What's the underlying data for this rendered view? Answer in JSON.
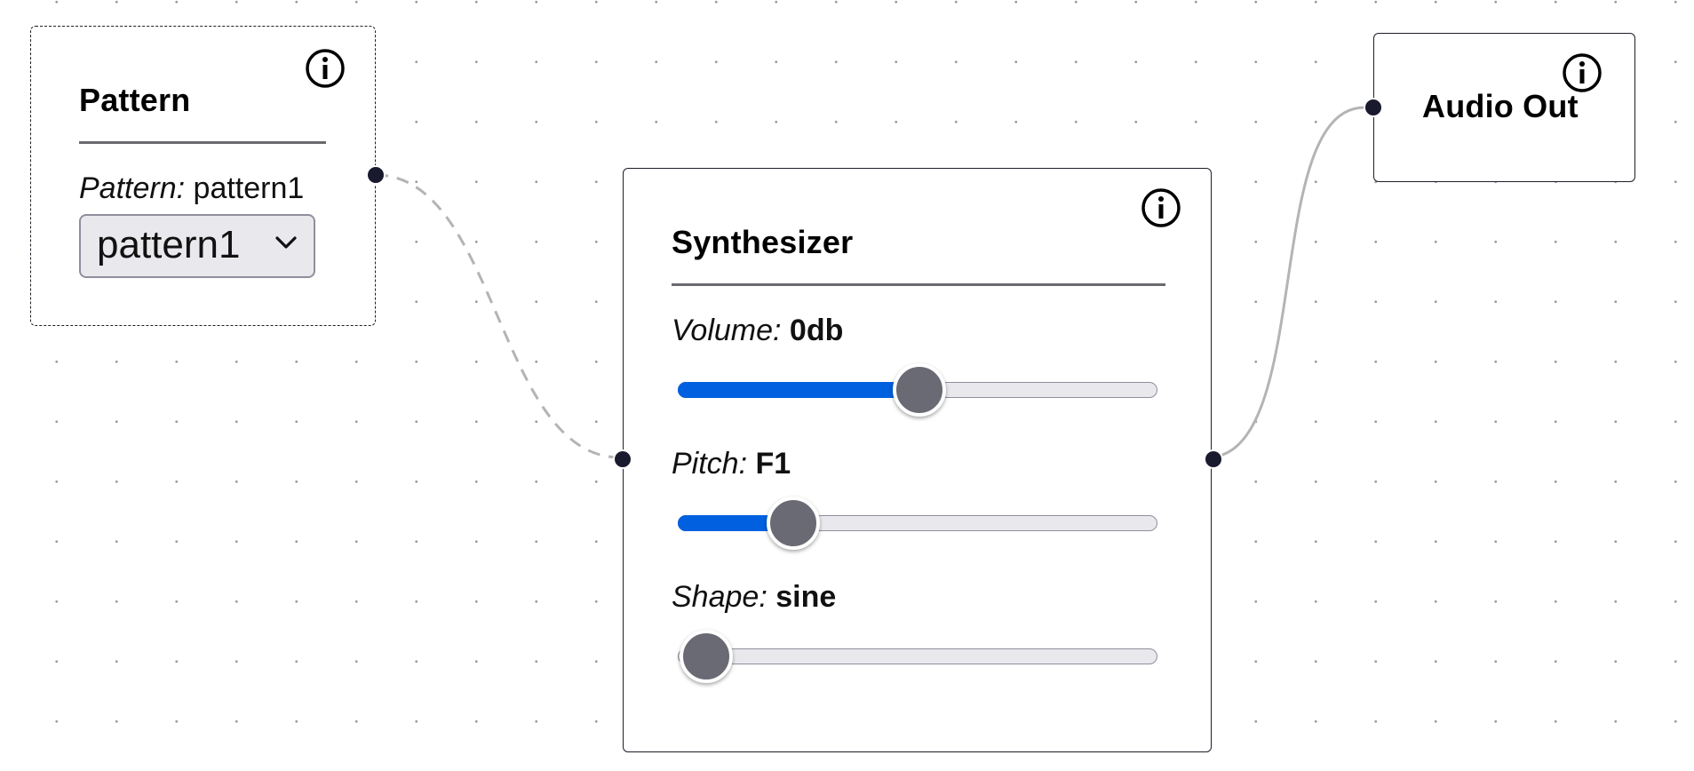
{
  "colors": {
    "accent": "#0060df",
    "handle": "#1a1a2e",
    "edge": "#b4b4b4",
    "node_border": "#1e1e28",
    "dot_grid": "#9a9aa6"
  },
  "nodes": {
    "pattern": {
      "title": "Pattern",
      "selected": true,
      "param": {
        "label": "Pattern:",
        "value": "pattern1"
      },
      "select": {
        "selected": "pattern1"
      },
      "info_icon": "info-icon"
    },
    "synth": {
      "title": "Synthesizer",
      "info_icon": "info-icon",
      "params": [
        {
          "label": "Volume:",
          "value": "0db",
          "fraction": 0.505
        },
        {
          "label": "Pitch:",
          "value": "F1",
          "fraction": 0.205
        },
        {
          "label": "Shape:",
          "value": "sine",
          "fraction": 0.0
        }
      ]
    },
    "audio_out": {
      "title": "Audio Out",
      "info_icon": "info-icon"
    }
  },
  "edges": [
    {
      "from": "pattern",
      "to": "synth-input",
      "style": "dashed"
    },
    {
      "from": "synth-output",
      "to": "audio_out",
      "style": "solid"
    }
  ]
}
